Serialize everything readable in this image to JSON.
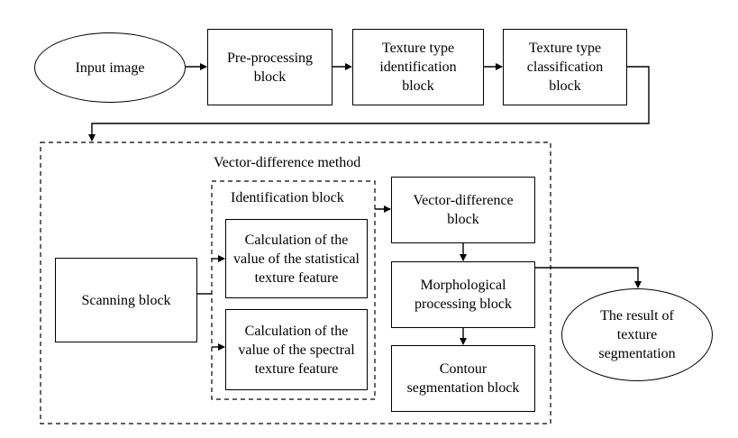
{
  "nodes": {
    "input_image": "Input image",
    "pre_processing": "Pre-processing\nblock",
    "texture_type_identification": "Texture type\nidentification\nblock",
    "texture_type_classification": "Texture type\nclassification\nblock",
    "scanning": "Scanning block",
    "identification_block_title": "Identification block",
    "statistical_feature": "Calculation of the\nvalue of the statistical\ntexture feature",
    "spectral_feature": "Calculation of the\nvalue of the spectral\ntexture feature",
    "vector_difference_block": "Vector-difference\nblock",
    "morphological_processing": "Morphological\nprocessing block",
    "contour_segmentation": "Contour\nsegmentation block",
    "result": "The result of\ntexture\nsegmentation"
  },
  "groups": {
    "vector_difference_method": "Vector-difference method"
  }
}
